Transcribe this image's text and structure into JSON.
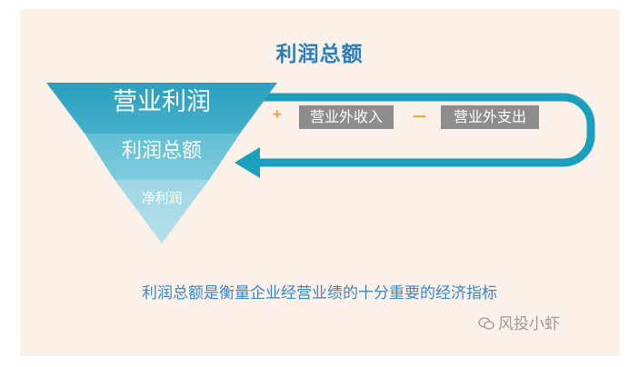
{
  "title": "利润总额",
  "funnel": {
    "level1": "营业利润",
    "level2": "利润总额",
    "level3": "净利润"
  },
  "adjustments": {
    "plus_sign": "+",
    "income": "营业外收入",
    "minus_sign": "—",
    "expense": "营业外支出"
  },
  "caption": "利润总额是衡量企业经营业绩的十分重要的经济指标",
  "watermark": "风投小虾",
  "colors": {
    "teal_dark": "#2ea4c2",
    "teal_mid": "#5cbcd2",
    "teal_light": "#a6dbe8",
    "arrow": "#1a9fbd",
    "operator": "#f0a030",
    "pill": "#8d8d8d",
    "title": "#2a7fbd",
    "background": "#fbf1e8"
  }
}
